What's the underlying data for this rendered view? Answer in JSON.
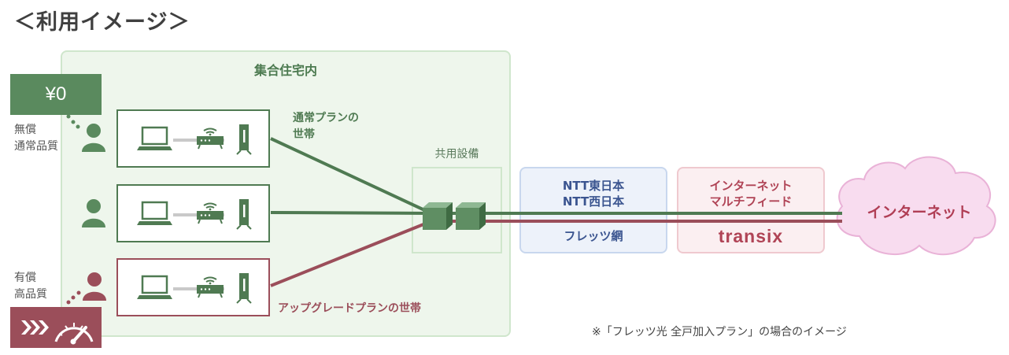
{
  "title": "＜利用イメージ＞",
  "complex_label": "集合住宅内",
  "price": "¥0",
  "free_caption": [
    "無償",
    "通常品質"
  ],
  "paid_caption": [
    "有償",
    "高品質"
  ],
  "normal_plan_label": [
    "通常プランの",
    "世帯"
  ],
  "upgrade_plan_label": "アップグレードプランの世帯",
  "shared_equipment_label": "共用設備",
  "ntt": {
    "lines": [
      "NTT東日本",
      "NTT西日本"
    ],
    "network": "フレッツ網"
  },
  "multifeed": {
    "lines": [
      "インターネット",
      "マルチフィード"
    ],
    "logo": "transix"
  },
  "internet_label": "インターネット",
  "footnote": "※「フレッツ光 全戸加入プラン」の場合のイメージ",
  "colors": {
    "green": "#4f7a52",
    "red": "#9b4e5a",
    "ntt_blue": "#3b5590",
    "mf_red": "#b04456"
  }
}
